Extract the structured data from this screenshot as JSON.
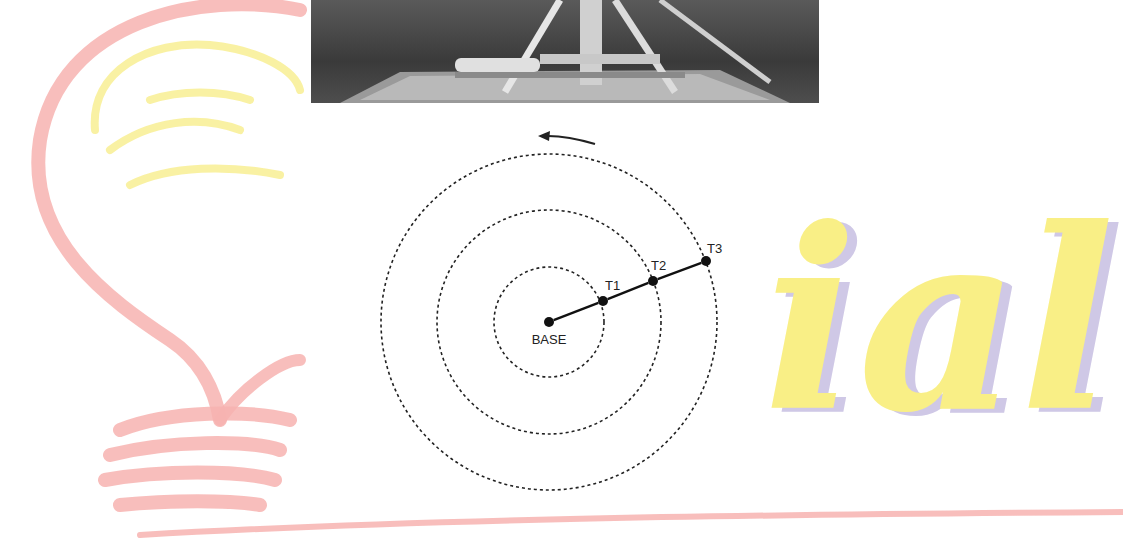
{
  "diagram": {
    "nodes": [
      {
        "text": [
          "BASE"
        ]
      },
      {
        "text": [
          "T1"
        ]
      },
      {
        "text": [
          "T2"
        ]
      },
      {
        "text": [
          "T3"
        ]
      }
    ],
    "edges": [
      {
        "from": 0,
        "to": 1,
        "arrow": "none"
      },
      {
        "from": 1,
        "to": 2,
        "arrow": "none"
      },
      {
        "from": 2,
        "to": 3,
        "arrow": "none"
      }
    ],
    "labels": [
      "ial"
    ]
  }
}
